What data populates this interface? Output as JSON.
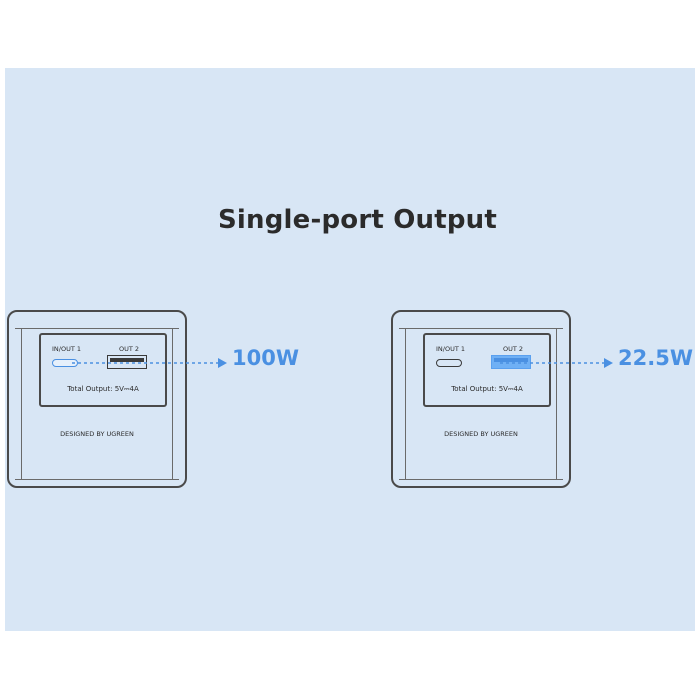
{
  "title": "Single-port Output",
  "colors": {
    "accent": "#4a90e2",
    "panel_bg": "#d8e6f5",
    "outline": "#4a4a4a"
  },
  "devices": [
    {
      "port1_label": "IN/OUT 1",
      "port2_label": "OUT 2",
      "total_output": "Total Output: 5V⎓4A",
      "designed": "DESIGNED BY UGREEN",
      "active_port": "port1",
      "wattage": "100W"
    },
    {
      "port1_label": "IN/OUT 1",
      "port2_label": "OUT 2",
      "total_output": "Total Output: 5V⎓4A",
      "designed": "DESIGNED BY UGREEN",
      "active_port": "port2",
      "wattage": "22.5W"
    }
  ]
}
